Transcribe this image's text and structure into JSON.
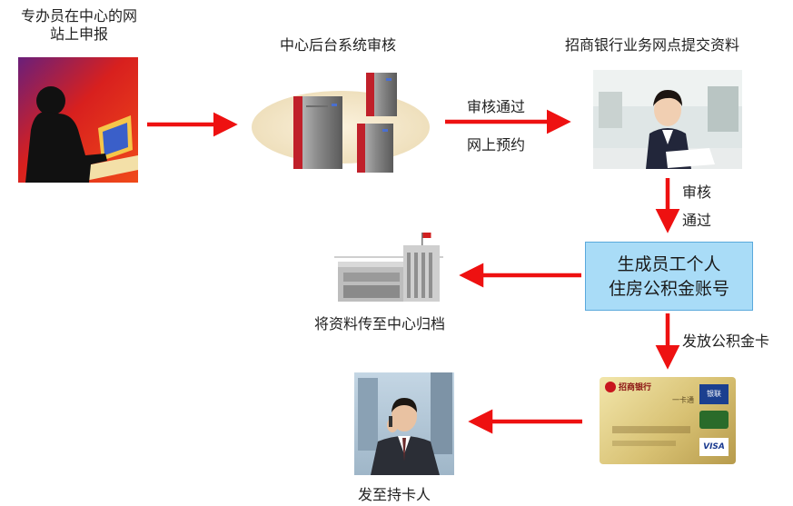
{
  "step1": {
    "line1": "专办员在中心的网",
    "line2": "站上申报"
  },
  "step2": {
    "label": "中心后台系统审核"
  },
  "arrow1": {
    "top": "审核通过",
    "bottom": "网上预约"
  },
  "step3": {
    "label": "招商银行业务网点提交资料"
  },
  "arrow2": {
    "line1": "审核",
    "line2": "通过"
  },
  "box": {
    "line1": "生成员工个人",
    "line2": "住房公积金账号"
  },
  "archive": {
    "label": "将资料传至中心归档"
  },
  "arrow3": {
    "label": "发放公积金卡"
  },
  "card": {
    "bank": "招商银行",
    "brand": "一卡通",
    "union": "银联",
    "visa": "VISA"
  },
  "final": {
    "label": "发至持卡人"
  },
  "colors": {
    "arrow": "#ee1111",
    "box_fill": "#a9dcf7",
    "box_border": "#5aa9dc"
  }
}
